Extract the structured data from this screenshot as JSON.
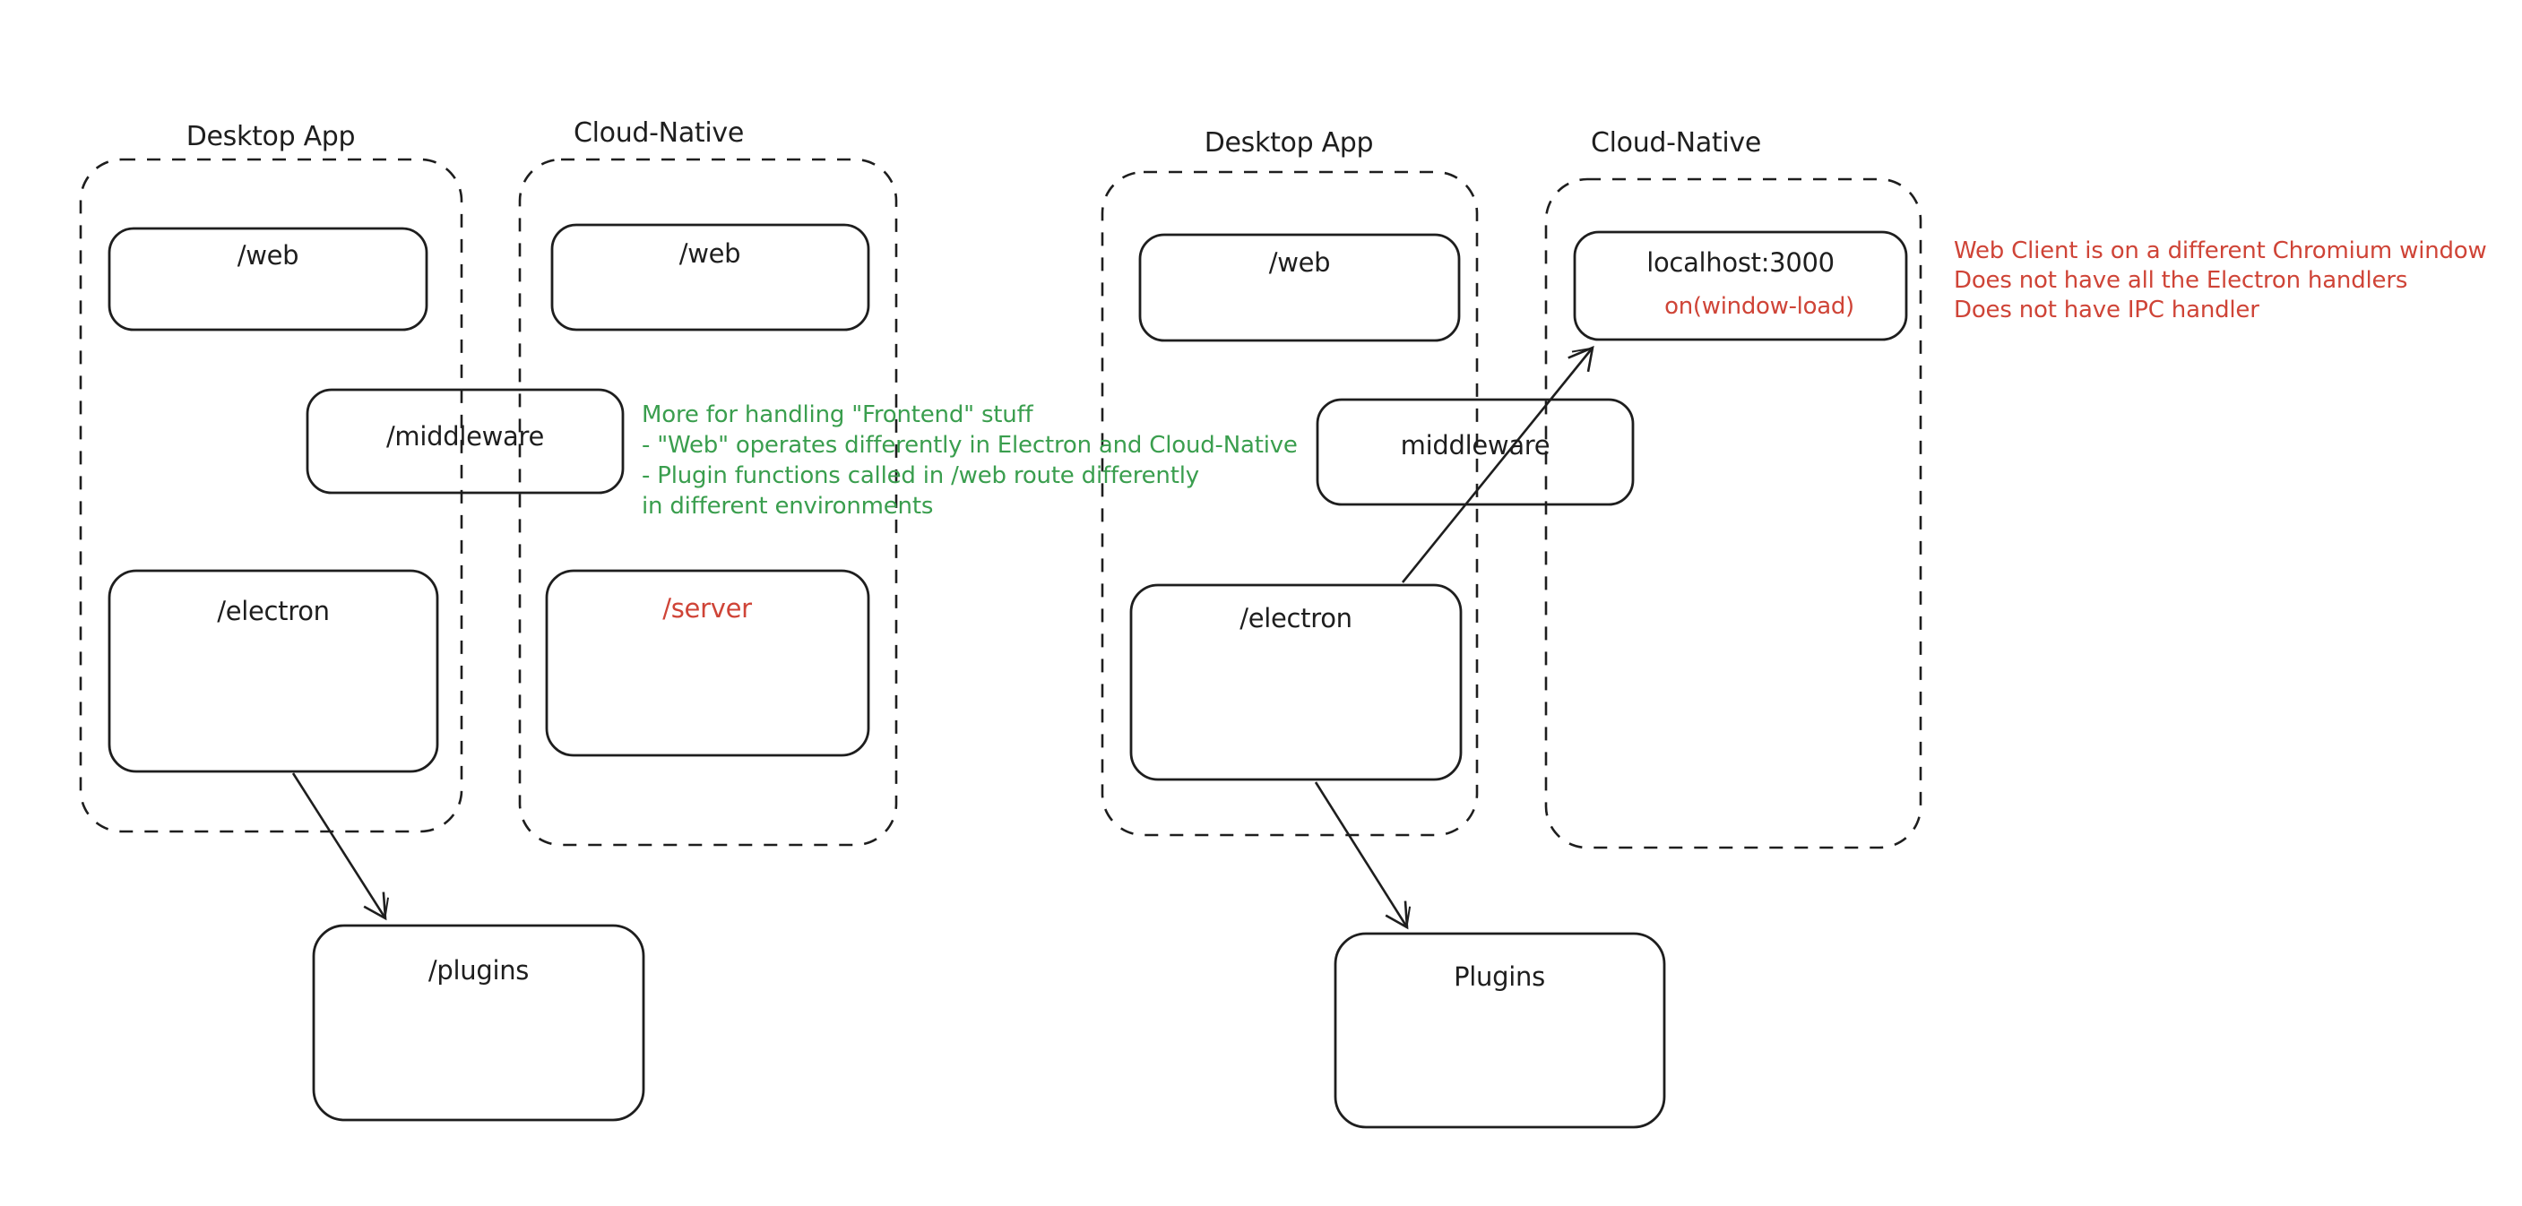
{
  "colors": {
    "stroke": "#1e1e1e",
    "green": "#3a9e4e",
    "red": "#cf4437",
    "background": "#ffffff"
  },
  "left": {
    "desktop_label": "Desktop App",
    "cloud_label": "Cloud-Native",
    "web_desktop": "/web",
    "web_cloud": "/web",
    "middleware": "/middleware",
    "electron": "/electron",
    "server": "/server",
    "plugins": "/plugins",
    "note": {
      "line1": "More for handling \"Frontend\" stuff",
      "line2": "- \"Web\" operates differently in Electron and Cloud-Native",
      "line3": "- Plugin functions called in /web route differently",
      "line4": "in different environments"
    }
  },
  "right": {
    "desktop_label": "Desktop App",
    "cloud_label": "Cloud-Native",
    "web": "/web",
    "localhost": "localhost:3000",
    "window_load": "on(window-load)",
    "middleware": "middleware",
    "electron": "/electron",
    "plugins": "Plugins",
    "note": {
      "line1": "Web Client is on a different Chromium window",
      "line2": "Does not have all the Electron handlers",
      "line3": "Does not have IPC handler"
    }
  }
}
